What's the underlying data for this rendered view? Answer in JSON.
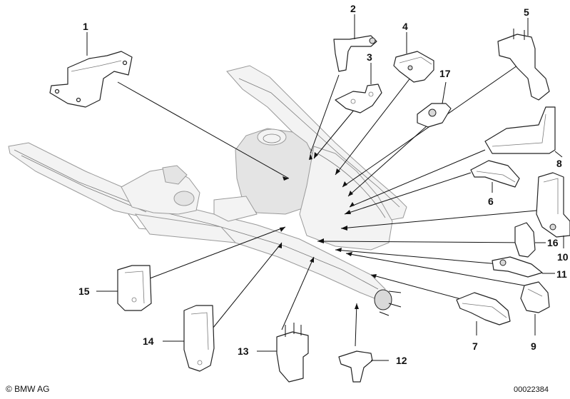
{
  "callouts": [
    "1",
    "2",
    "3",
    "4",
    "5",
    "6",
    "7",
    "8",
    "9",
    "10",
    "11",
    "12",
    "13",
    "14",
    "15",
    "16",
    "17"
  ],
  "footer": {
    "copyright": "© BMW AG",
    "drawing_id": "00022384"
  }
}
